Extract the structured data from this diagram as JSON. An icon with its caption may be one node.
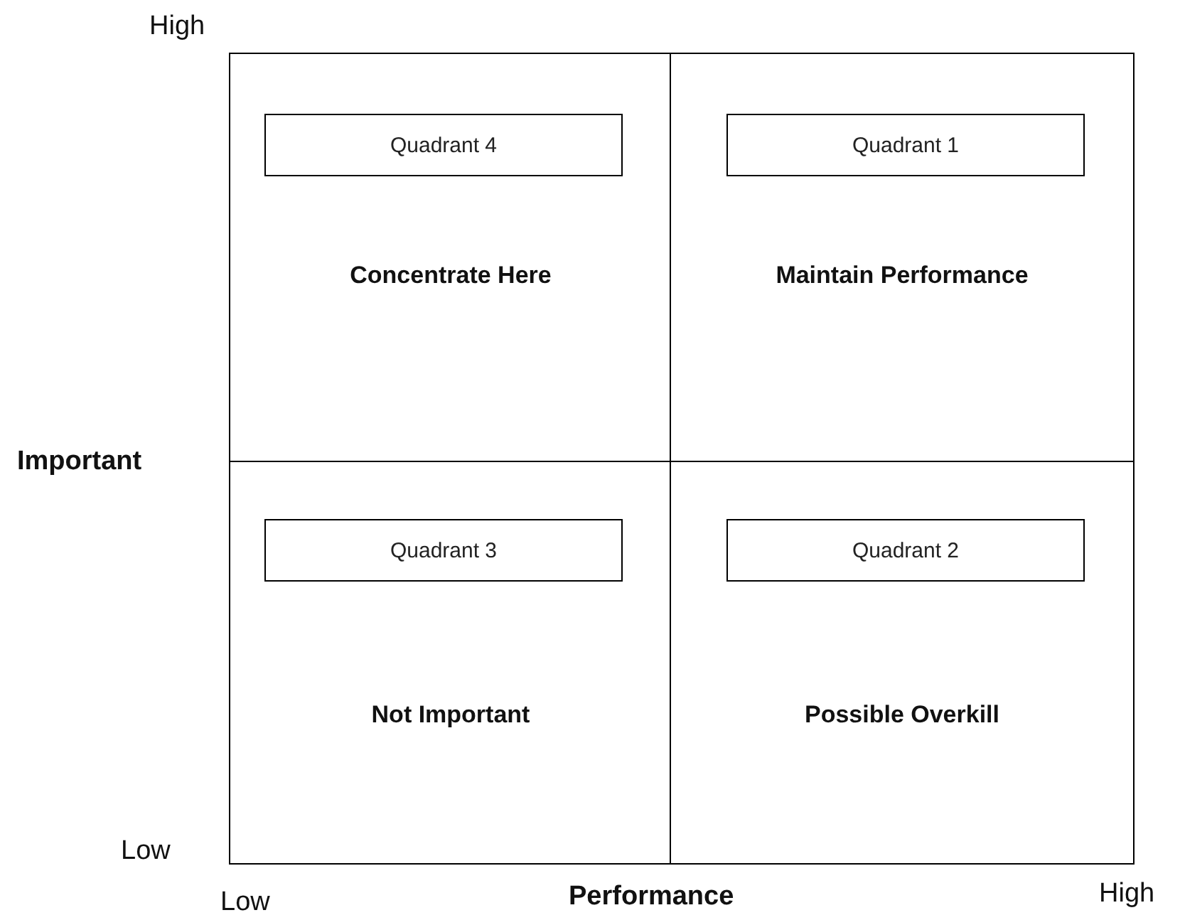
{
  "diagram": {
    "nodes": [
      {
        "text": [
          "Concentrate Here"
        ]
      },
      {
        "text": [
          "Quadrant 4"
        ],
        "in": 0
      },
      {
        "text": [
          "Maintain Performance"
        ]
      },
      {
        "text": [
          "Quadrant 1"
        ],
        "in": 2
      },
      {
        "text": [
          "Not Important"
        ]
      },
      {
        "text": [
          "Quadrant 3"
        ],
        "in": 4
      },
      {
        "text": [
          "Possible Overkill"
        ]
      },
      {
        "text": [
          "Quadrant 2"
        ],
        "in": 6
      }
    ],
    "labels": [
      "High",
      "Important",
      "Low",
      "Low",
      "Performance",
      "High"
    ]
  }
}
